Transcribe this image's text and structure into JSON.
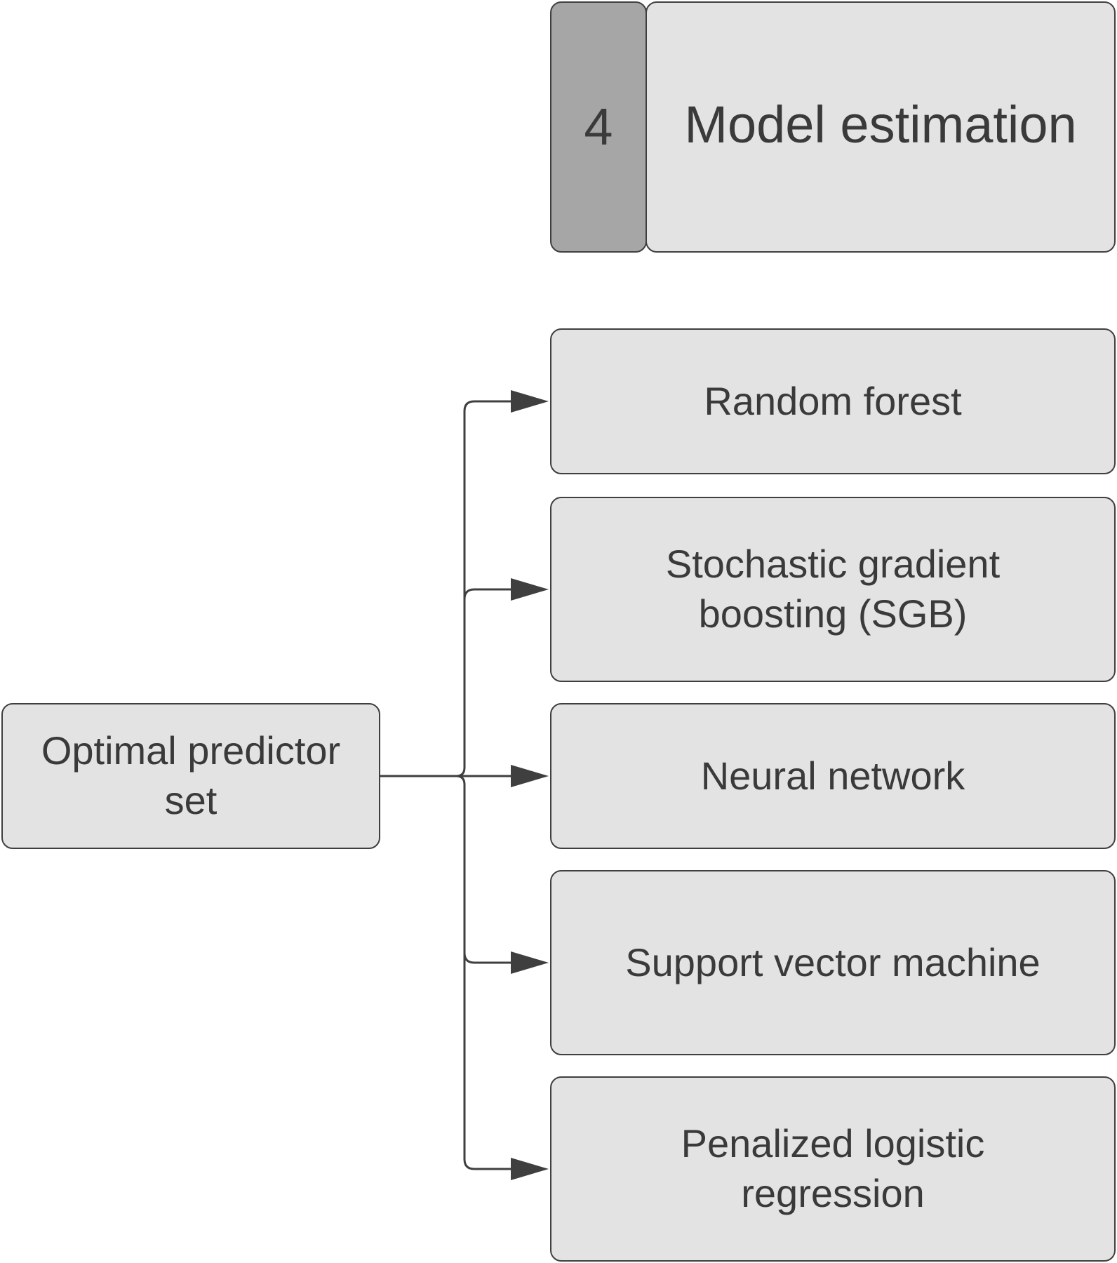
{
  "header": {
    "step_number": "4",
    "stage_title": "Model estimation"
  },
  "source": {
    "label": "Optimal predictor set"
  },
  "models": [
    {
      "label": "Random forest"
    },
    {
      "label": "Stochastic gradient boosting (SGB)"
    },
    {
      "label": "Neural network"
    },
    {
      "label": "Support vector machine"
    },
    {
      "label": "Penalized logistic regression"
    }
  ],
  "colors": {
    "box_fill": "#e3e3e3",
    "step_fill": "#a6a6a6",
    "stroke": "#3f3f3f",
    "text": "#3a3a3a"
  }
}
